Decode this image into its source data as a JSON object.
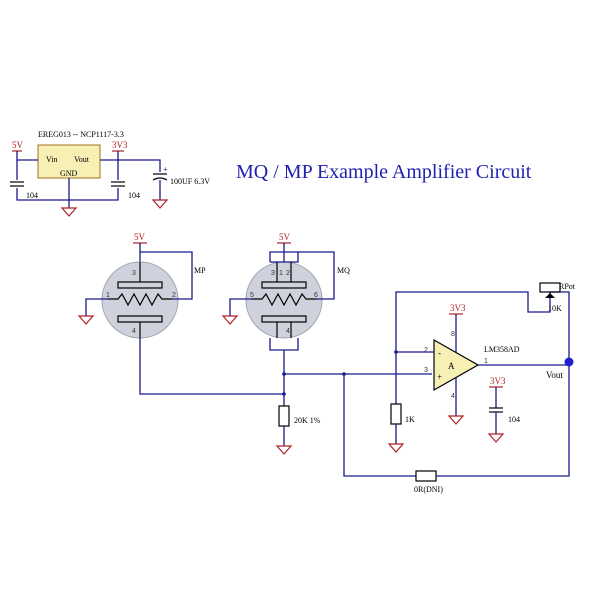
{
  "title": "MQ / MP Example Amplifier Circuit",
  "regulator": {
    "part": "EREG013 -- NCP1117-3.3",
    "vin": "Vin",
    "vout": "Vout",
    "gnd": "GND",
    "in_rail": "5V",
    "out_rail": "3V3",
    "cap_in": "104",
    "cap_out": "104",
    "cap_bulk": "100UF 6.3V"
  },
  "sensors": [
    {
      "name": "MP",
      "rail": "5V",
      "pins": [
        "3",
        "1",
        "2",
        "4"
      ]
    },
    {
      "name": "MQ",
      "rail": "5V",
      "pins": [
        "1",
        "2",
        "3",
        "5",
        "6",
        "4"
      ]
    }
  ],
  "load_resistor": "20K 1%",
  "opamp": {
    "part": "LM358AD",
    "unit": "A",
    "rail": "3V3",
    "pin_inv": "2",
    "pin_noninv": "3",
    "pin_out": "1",
    "pin_vcc": "8",
    "pin_gnd": "4",
    "minus": "-",
    "plus": "+"
  },
  "feedback_pot": {
    "name": "RPot",
    "value": "10K"
  },
  "ground_resistor": "1K",
  "decoupling": {
    "rail": "3V3",
    "value": "104"
  },
  "bypass_resistor": "0R(DNI)",
  "output_label": "Vout",
  "colors": {
    "wire": "#1a1a8c",
    "rail": "#b02020",
    "title": "#1f1fb0",
    "sensor_fill": "#cfd2dc"
  }
}
